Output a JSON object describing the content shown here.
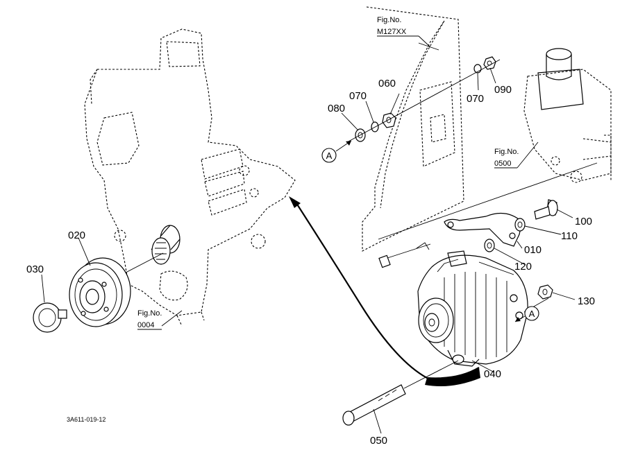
{
  "diagram": {
    "part_labels": {
      "p010": "010",
      "p020": "020",
      "p030": "030",
      "p040": "040",
      "p050": "050",
      "p060": "060",
      "p070a": "070",
      "p070b": "070",
      "p080": "080",
      "p090": "090",
      "p100": "100",
      "p110": "110",
      "p120": "120",
      "p130": "130"
    },
    "fig_refs": {
      "m127xx": {
        "caption": "Fig.No.",
        "number": "M127XX"
      },
      "f0500": {
        "caption": "Fig.No.",
        "number": "0500"
      },
      "f0004": {
        "caption": "Fig.No.",
        "number": "0004"
      }
    },
    "callouts": {
      "a1": "A",
      "a2": "A"
    },
    "drawing_code": "3A611-019-12"
  }
}
